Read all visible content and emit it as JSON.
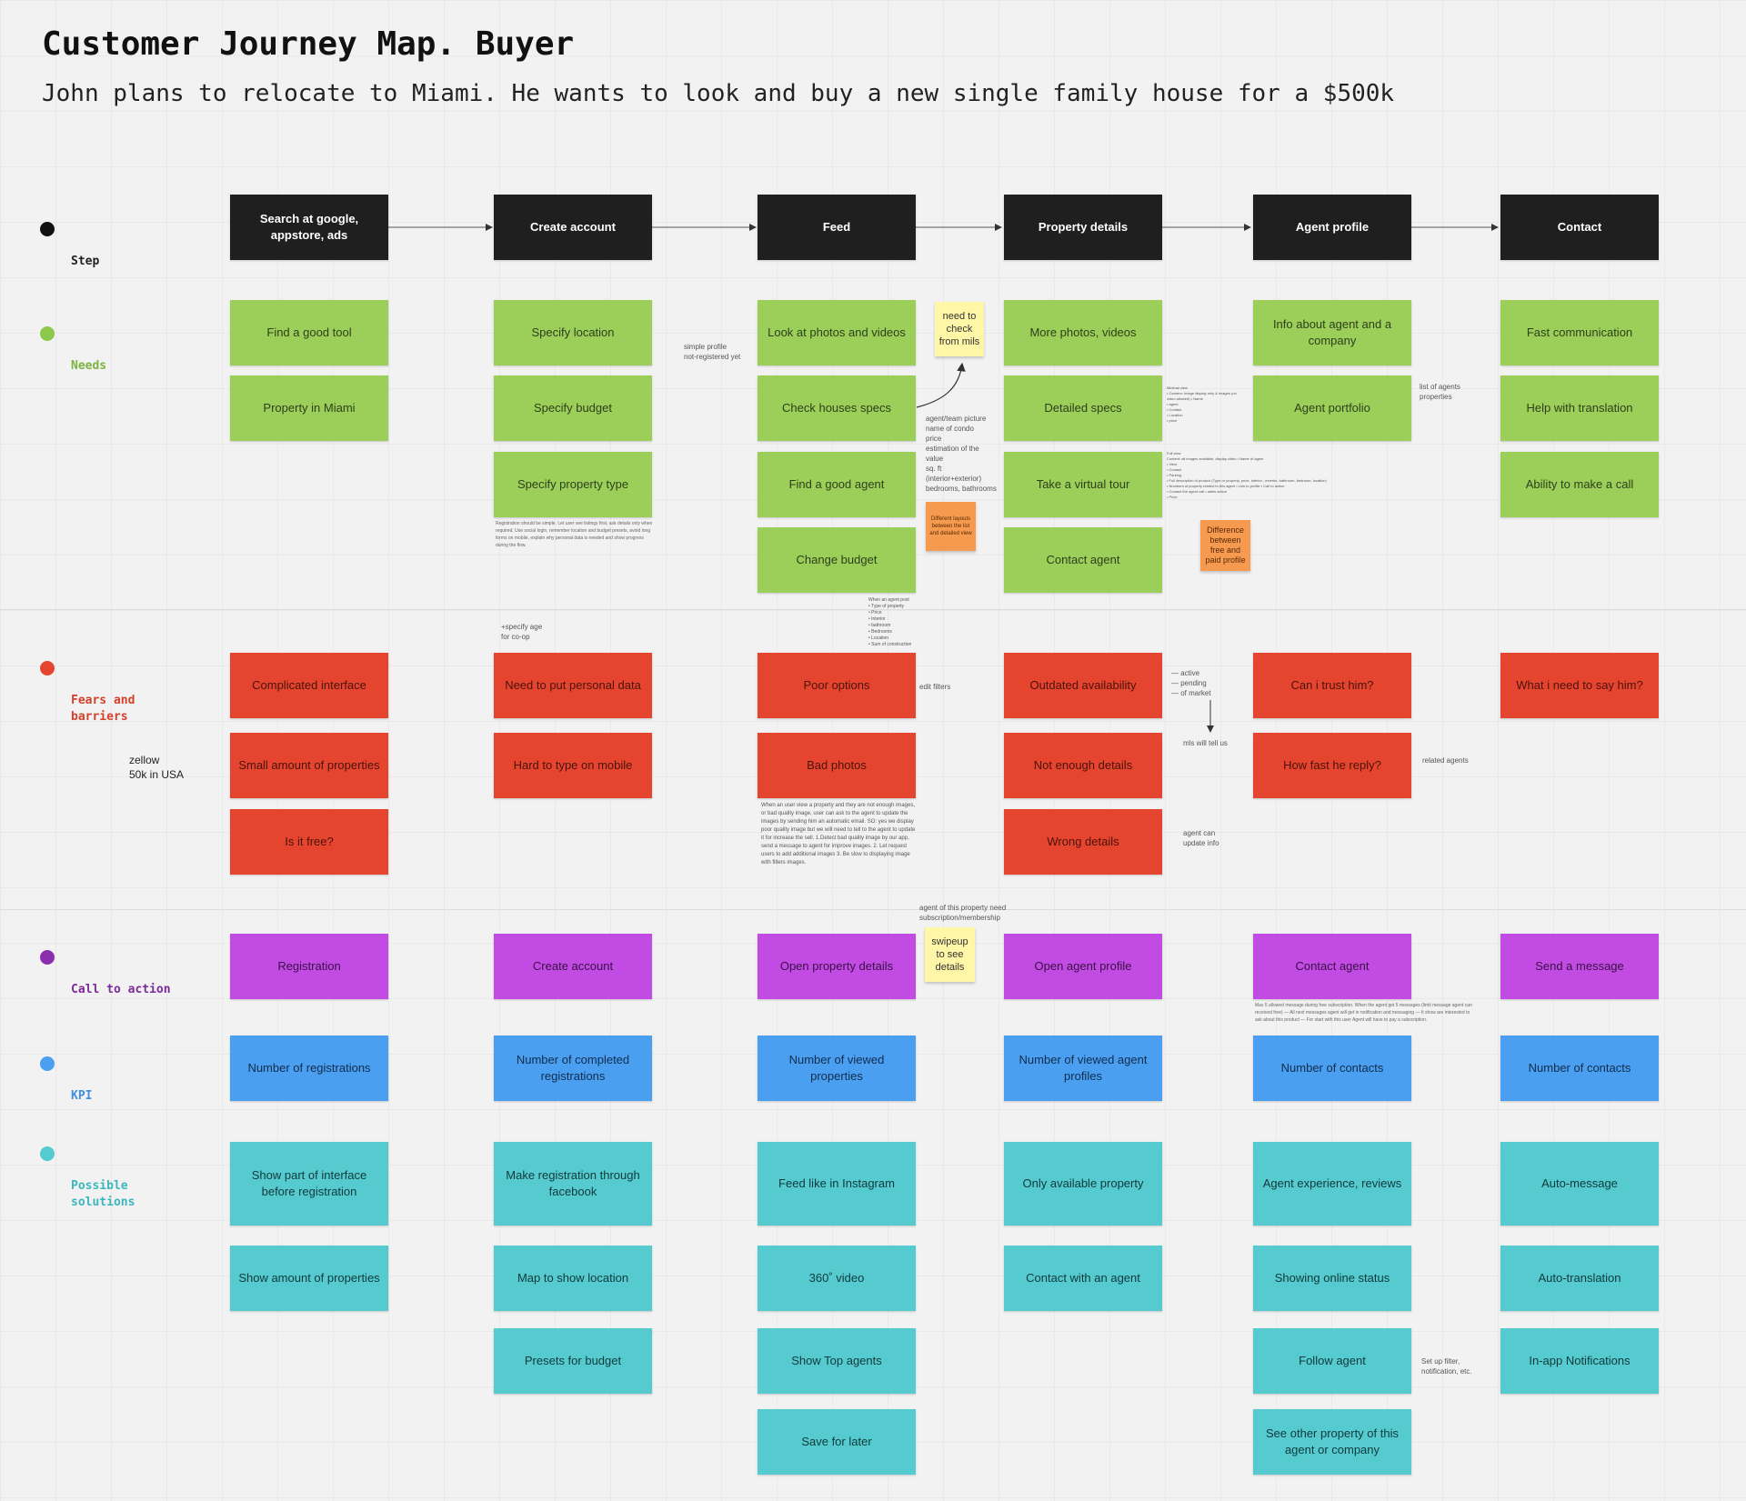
{
  "header": {
    "title": "Customer Journey Map. Buyer",
    "subtitle": "John plans to relocate to Miami. He wants to look and buy a new single family house for a $500k"
  },
  "colors": {
    "step": "#1f1f1f",
    "needs": "#9bcf5a",
    "fears": "#e5452f",
    "cta": "#c24ce3",
    "kpi": "#4b9ff0",
    "solutions": "#55cbd0",
    "sticky_yellow": "#fff6a8",
    "sticky_orange": "#f59a4e"
  },
  "rows": {
    "step": "Step",
    "needs": "Needs",
    "fears": "Fears and\nbarriers",
    "cta": "Call to action",
    "kpi": "KPI",
    "solutions": "Possible\nsolutions"
  },
  "columns": [
    {
      "step": "Search at google, appstore, ads",
      "needs": [
        "Find a good tool",
        "Property in Miami"
      ],
      "fears": [
        "Complicated interface",
        "Small amount of properties",
        "Is it free?"
      ],
      "cta": "Registration",
      "kpi": "Number of registrations",
      "solutions": [
        "Show part of interface before registration",
        "Show amount of properties"
      ]
    },
    {
      "step": "Create account",
      "needs": [
        "Specify location",
        "Specify budget",
        "Specify property type"
      ],
      "fears": [
        "Need to put personal data",
        "Hard to type on mobile"
      ],
      "cta": "Create account",
      "kpi": "Number of completed registrations",
      "solutions": [
        "Make registration through facebook",
        "Map to show location",
        "Presets for budget"
      ]
    },
    {
      "step": "Feed",
      "needs": [
        "Look at photos and videos",
        "Check houses specs",
        "Find a good agent",
        "Change budget"
      ],
      "fears": [
        "Poor options",
        "Bad photos"
      ],
      "cta": "Open property details",
      "kpi": "Number of viewed properties",
      "solutions": [
        "Feed like in Instagram",
        "360˚ video",
        "Show Top agents",
        "Save for later"
      ]
    },
    {
      "step": "Property details",
      "needs": [
        "More photos, videos",
        "Detailed specs",
        "Take a virtual tour",
        "Contact agent"
      ],
      "fears": [
        "Outdated availability",
        "Not enough details",
        "Wrong details"
      ],
      "cta": "Open agent profile",
      "kpi": "Number of viewed agent profiles",
      "solutions": [
        "Only available property",
        "Contact with an agent"
      ]
    },
    {
      "step": "Agent profile",
      "needs": [
        "Info about agent and a company",
        "Agent portfolio"
      ],
      "fears": [
        "Can i trust him?",
        "How fast he reply?"
      ],
      "cta": "Contact agent",
      "kpi": "Number of contacts",
      "solutions": [
        "Agent experience, reviews",
        "Showing online status",
        "Follow agent",
        "See other property of this agent or company"
      ]
    },
    {
      "step": "Contact",
      "needs": [
        "Fast communication",
        "Help with translation",
        "Ability to make a call"
      ],
      "fears": [
        "What i need to say him?"
      ],
      "cta": "Send a message",
      "kpi": "Number of contacts",
      "solutions": [
        "Auto-message",
        "Auto-translation",
        "In-app Notifications"
      ]
    }
  ],
  "stickies": {
    "need_check": "need to check from mils",
    "swipeup": "swipeup to see details",
    "different_layouts": "Different layouts between the list and detailed view",
    "free_paid": "Difference between free and paid profile"
  },
  "notes": {
    "zellow": "zellow\n50k in USA",
    "simple_profile": "simple profile\nnot-registered yet",
    "agent_picture": "agent/team picture\nname of condo\nprice\nestimation of the\nvalue\nsq. ft\n(interior+exterior)\nbedrooms, bathrooms",
    "list_of_agents": "list of agents\nproperties",
    "specify_age": "+specify age\nfor co-op",
    "edit_filters": "edit filters",
    "availability_states": "— active\n— pending\n— of market",
    "mls_tell": "mls will tell us",
    "related_agents": "related agents",
    "agent_update": "agent can\nupdate info",
    "subscription": "agent of this property need\nsubscription/membership",
    "setup_filter": "Set up filter,\nnotification, etc.",
    "when_agent_post": "When an agent post\n• Type of property\n• Price\n• Interior\n• bathroom\n• Bedrooms\n• Location\n• Sum of construction",
    "bad_photos_note": "When an user view a property and they are not enough images, or bad quality image, user can ask to the agent to update the images by sending him an automatic email.\nSO: yes we display poor quality image but we will need to tell to the agent to update it for increase the sell.\n1.Detect bad quality image by our app, send a message to agent for improve images.\n2. Let request users to add additional images\n3. Be slow to displaying image with filters images.",
    "minimal_view": "Minimal view\n• Camera: Image display only & images (no video allowed) • Name\n• agent\n• Contact\n• Location\n• price",
    "full_view": "Full view\nContent: all images available, display video • Name of agent\n• View\n• Contact\n• Parking\n• Full description of product (Type or property, price, interior , exterior, bathroom, bedroom, location)\n• Numbers of property related to this agent • Link to profile • Call to action\n• Contact the agent call • sales action\n• Price",
    "registration_scribble": "Registration should be simple. Let user see listings first, ask details only when required. Use social login, remember location and budget presets, avoid long forms on mobile, explain why personal data is needed and show progress during the flow.",
    "subscription_scribble": "Max 5 allowed message during free subscription. When the agent get 5 messages (limit message agent can received free) — All next messages agent will get in notification and messaging — It show are interested to ask about this product — For start with this user Agent will have to pay a subscription."
  }
}
